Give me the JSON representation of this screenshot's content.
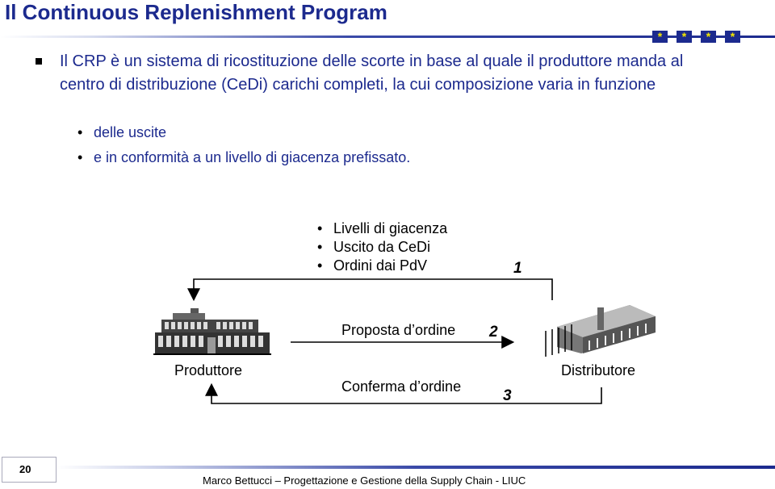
{
  "slide": {
    "title": "Il Continuous Replenishment Program",
    "decoration_stars": [
      "*",
      "*",
      "*",
      "*"
    ],
    "main_bullet_icon": "square-bullet-icon",
    "main_text": "Il CRP è un sistema di ricostituzione delle scorte in base al quale il produttore manda al centro di distribuzione (CeDi) carichi completi, la cui composizione varia in funzione",
    "sub_bullets": [
      "delle uscite",
      "e in conformità a un livello di giacenza prefissato."
    ],
    "colors": {
      "title": "#1c2a8e",
      "text": "#1c2a8e",
      "star_fill": "#f2e600"
    }
  },
  "diagram": {
    "info_bullets": [
      "Livelli di giacenza",
      "Uscito da CeDi",
      "Ordini dai PdV"
    ],
    "step_numbers": [
      "1",
      "2",
      "3"
    ],
    "producer_label": "Produttore",
    "distributor_label": "Distributore",
    "proposal_label": "Proposta d’ordine",
    "confirmation_label": "Conferma d’ordine"
  },
  "footer": {
    "page_number": "20",
    "text": "Marco Bettucci – Progettazione e Gestione della Supply Chain - LIUC"
  }
}
